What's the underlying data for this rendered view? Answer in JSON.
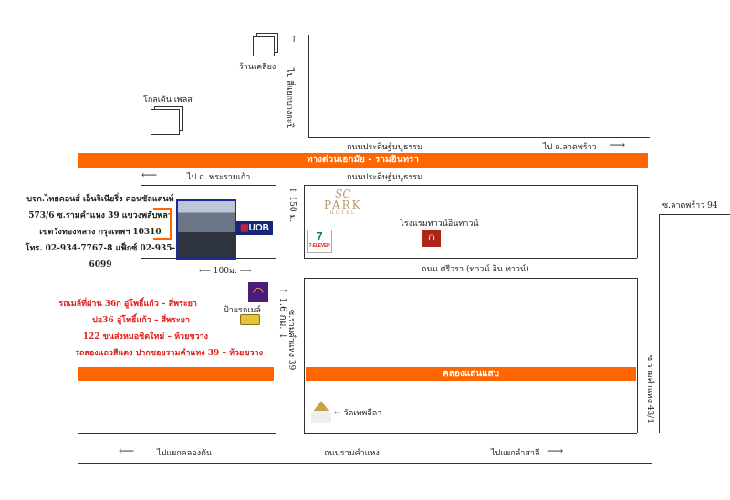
{
  "roads": {
    "expressway": "ทางด่วนเอกมัย - รามอินทรา",
    "prasert_north": "ถนนประดิษฐ์มนูธรรม",
    "prasert_south": "ถนนประดิษฐ์มนูธรรม",
    "sriwara": "ถนน ศรีวรา (ทาวน์ อิน ทาวน์)",
    "canal": "คลองแสนแสบ",
    "ramkhamhaeng": "ถนนรามคำแหง",
    "soi39": "ซ.รามคำแหง 39",
    "soi43": "ซ.รามคำแหง 43/1",
    "soi_ladprao94": "ซ.ลาดพร้าว 94"
  },
  "directions": {
    "to_ladprao": "ไป ถ.ลาดพร้าว",
    "to_rama9": "ไป ถ. พระรามเก้า",
    "to_bangkapi": "ไป สี่แยกบางกะปิ",
    "to_klongtan": "ไปแยกคลองตัน",
    "to_lamsali": "ไปแยกลำสาลี"
  },
  "distances": {
    "d150": "150 ม.",
    "d100": "100ม.",
    "d16": "1.6 กม."
  },
  "landmarks": {
    "shop": "ร้านเคลียง",
    "golden": "โกลเด้น เพลส",
    "hotel": "โรงแรมทาวน์อินทาวน์",
    "hotel_logo_top": "SC",
    "hotel_logo": "PARK",
    "hotel_logo_sub": "HOTEL",
    "uob": "UOB",
    "seven": "7-ELEVEN",
    "bus_stop": "ป้ายรถเมล์",
    "temple": "วัดเทพลีลา"
  },
  "company": {
    "name": "บจก.ไทยคอนส์ เอ็นจิเนียริ่ง คอนซัลแตนท์",
    "address1": "573/6 ซ.รามคำแหง 39  แขวงพลับพลา",
    "address2": "เขตวังทองหลาง   กรุงเทพฯ 10310",
    "phone": "โทร. 02-934-7767-8 แฟ็กซ์ 02-935-6099"
  },
  "buses": [
    "รถเมล์ที่ผ่าน 36ก อู่โพธิ์แก้ว – สี่พระยา",
    "ปอ36 อู่โพธิ์แก้ว – สี่พระยา",
    "122 ขนส่งหมอชิตใหม่ – ห้วยขวาง",
    "รถสองแถวสีแดง ปากซอยรามคำแหง 39 – ห้วยขวาง"
  ],
  "colors": {
    "road": "#ff6600",
    "bus_text": "#e0201b"
  }
}
